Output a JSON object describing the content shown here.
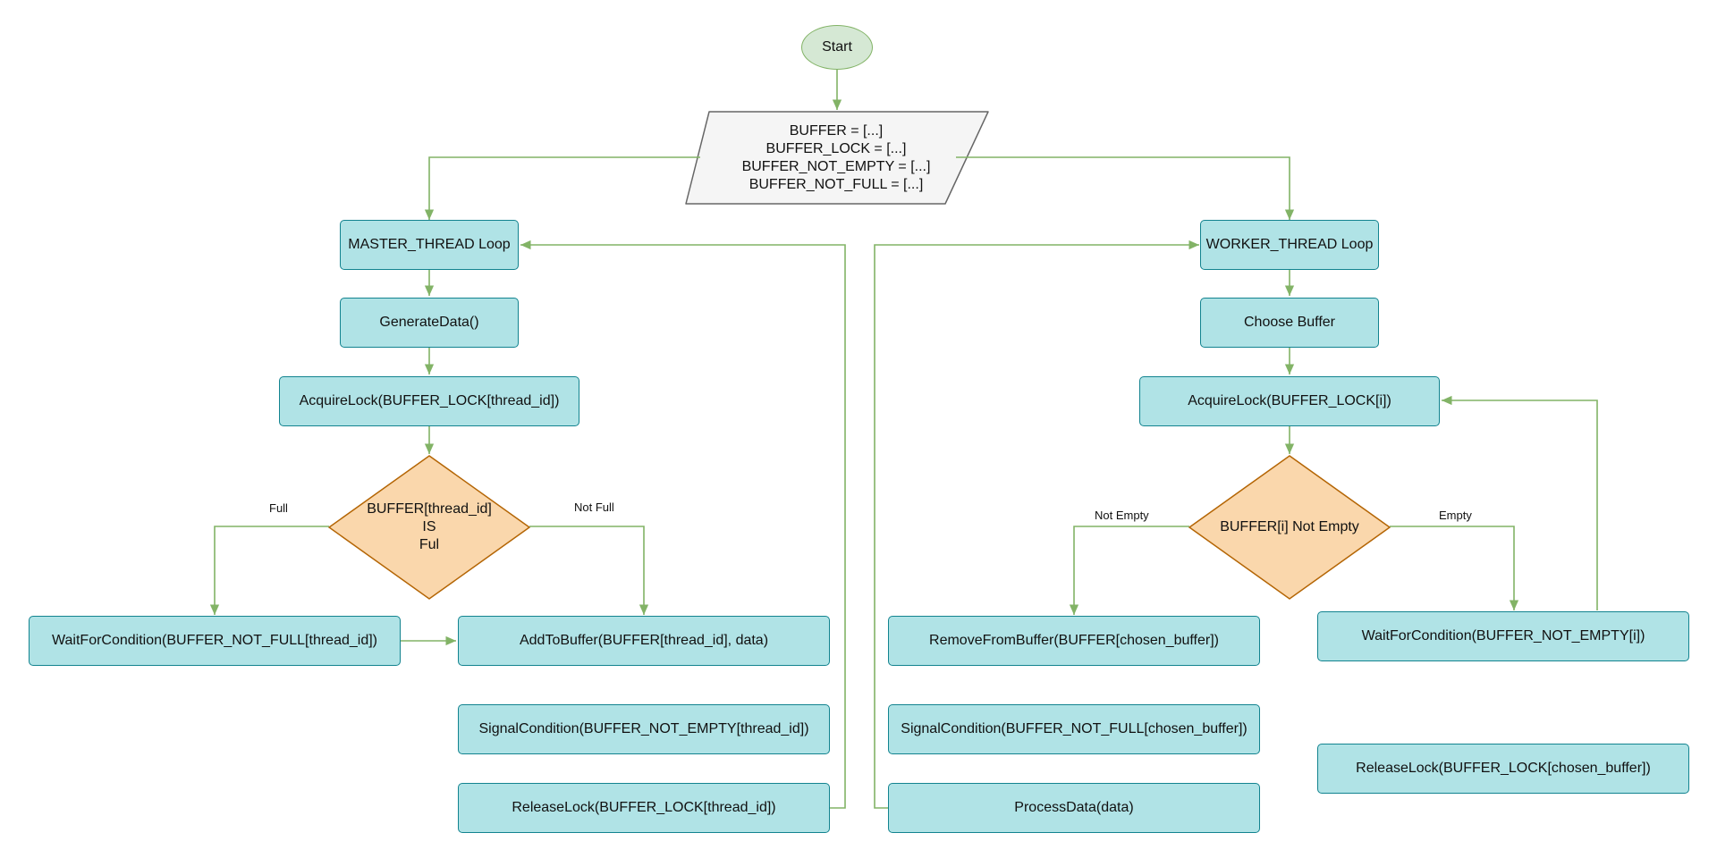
{
  "nodes": {
    "start": "Start",
    "init": "BUFFER = [...]\nBUFFER_LOCK = [...]\nBUFFER_NOT_EMPTY = [...]\nBUFFER_NOT_FULL = [...]",
    "master_loop": "MASTER_THREAD Loop",
    "generate": "GenerateData()",
    "m_acquire": "AcquireLock(BUFFER_LOCK[thread_id])",
    "m_decision": "BUFFER[thread_id]\nIS\nFul",
    "m_wait": "WaitForCondition(BUFFER_NOT_FULL[thread_id])",
    "m_add": "AddToBuffer(BUFFER[thread_id], data)",
    "m_signal": "SignalCondition(BUFFER_NOT_EMPTY[thread_id])",
    "m_release": "ReleaseLock(BUFFER_LOCK[thread_id])",
    "worker_loop": "WORKER_THREAD Loop",
    "choose": "Choose Buffer",
    "w_acquire": "AcquireLock(BUFFER_LOCK[i])",
    "w_decision": "BUFFER[i] Not Empty",
    "w_remove": "RemoveFromBuffer(BUFFER[chosen_buffer])",
    "w_signal": "SignalCondition(BUFFER_NOT_FULL[chosen_buffer])",
    "w_process": "ProcessData(data)",
    "w_wait": "WaitForCondition(BUFFER_NOT_EMPTY[i])",
    "w_release": "ReleaseLock(BUFFER_LOCK[chosen_buffer])"
  },
  "edge_labels": {
    "full": "Full",
    "not_full": "Not Full",
    "not_empty": "Not Empty",
    "empty": "Empty"
  },
  "colors": {
    "process_fill": "#b0e3e6",
    "process_stroke": "#12838f",
    "decision_fill": "#fad7ac",
    "decision_stroke": "#b46504",
    "start_fill": "#d5e8d4",
    "start_stroke": "#82b366",
    "data_fill": "#f5f5f5",
    "data_stroke": "#666666",
    "connector": "#82b366"
  }
}
